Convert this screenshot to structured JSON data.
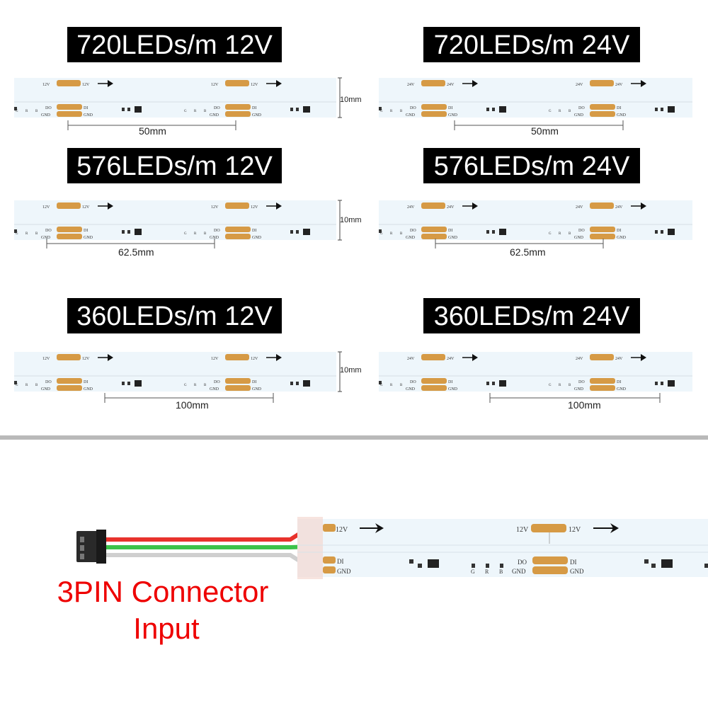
{
  "variants": [
    {
      "label": "720LEDs/m 12V",
      "voltage": "12V",
      "spacing": "50mm"
    },
    {
      "label": "720LEDs/m 24V",
      "voltage": "24V",
      "spacing": "50mm"
    },
    {
      "label": "576LEDs/m 12V",
      "voltage": "12V",
      "spacing": "62.5mm"
    },
    {
      "label": "576LEDs/m 24V",
      "voltage": "24V",
      "spacing": "62.5mm"
    },
    {
      "label": "360LEDs/m 12V",
      "voltage": "12V",
      "spacing": "100mm"
    },
    {
      "label": "360LEDs/m 24V",
      "voltage": "24V",
      "spacing": "100mm"
    }
  ],
  "width_label": "10mm",
  "pcb_text": {
    "di": "DI",
    "do": "DO",
    "gnd": "GND",
    "g": "G",
    "r": "R",
    "b": "B"
  },
  "connector": {
    "line1": "3PIN Connector",
    "line2": "Input",
    "voltage": "12V"
  },
  "colors": {
    "pad": "#d69a45",
    "strip": "#eef6fb",
    "wire_red": "#e8322c",
    "wire_green": "#3cc24a",
    "wire_white": "#cfcfcf",
    "connector_title": "#ee0000"
  }
}
